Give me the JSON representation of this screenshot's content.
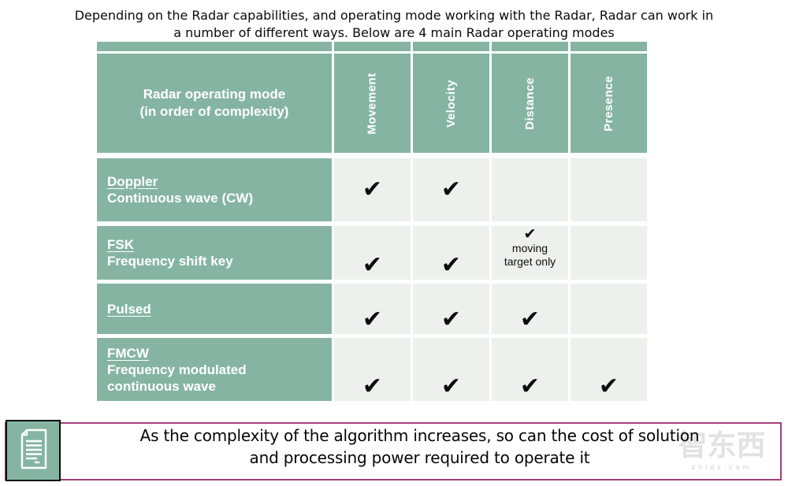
{
  "title": {
    "line1": "Depending on the Radar capabilities, and operating mode working with the Radar, Radar can work in",
    "line2": "a number of different ways. Below are 4 main Radar operating modes"
  },
  "table": {
    "header": {
      "mode_line1": "Radar operating mode",
      "mode_line2": "(in order of complexity)",
      "columns": [
        "Movement",
        "Velocity",
        "Distance",
        "Presence"
      ]
    },
    "rows": [
      {
        "name": "Doppler",
        "desc1": "Continuous wave (CW)",
        "movement": "✔",
        "velocity": "✔",
        "distance": "",
        "presence": ""
      },
      {
        "name": "FSK",
        "desc1": "Frequency shift key",
        "movement": "✔",
        "velocity": "✔",
        "distance": "✔",
        "distance_note1": "moving",
        "distance_note2": "target only",
        "presence": ""
      },
      {
        "name": "Pulsed",
        "movement": "✔",
        "velocity": "✔",
        "distance": "✔",
        "presence": ""
      },
      {
        "name": "FMCW",
        "desc1": "Frequency modulated",
        "desc2": "continuous wave",
        "movement": "✔",
        "velocity": "✔",
        "distance": "✔",
        "presence": "✔"
      }
    ]
  },
  "note": {
    "line1": "As the complexity of the algorithm increases, so can the cost of solution",
    "line2": "and processing power required to operate it"
  },
  "watermark": {
    "text": "智东西",
    "sub": "zhidx.com"
  },
  "colors": {
    "header_green": "#85b5a2",
    "cell_light": "#ecf1ee",
    "note_border_purple": "#a2407c",
    "check_black": "#0d0d0d"
  }
}
